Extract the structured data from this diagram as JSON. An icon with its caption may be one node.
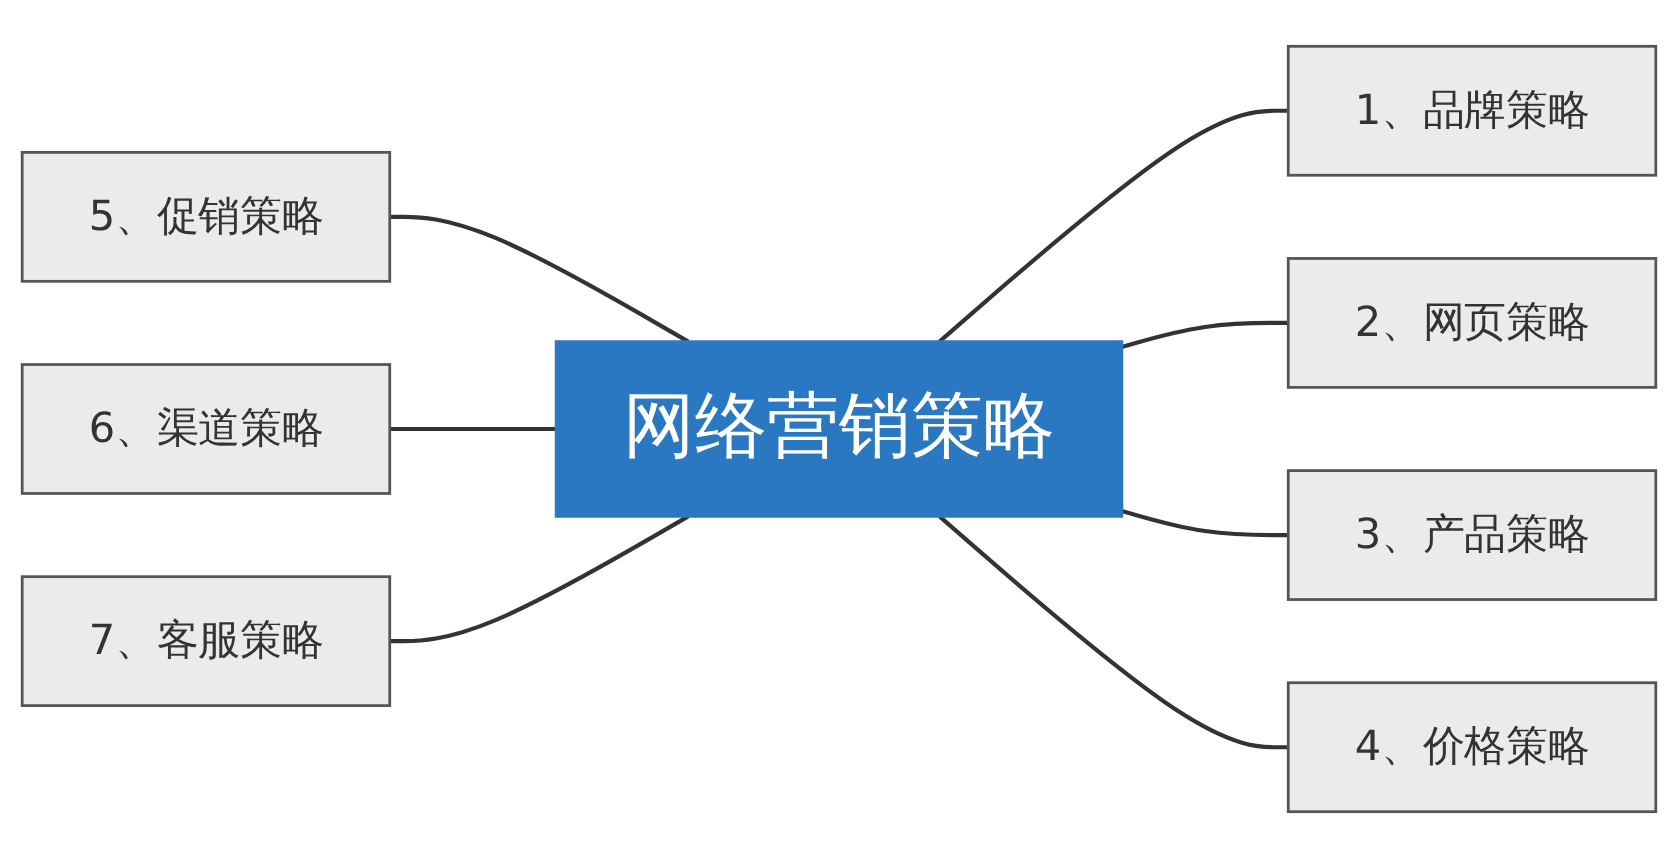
{
  "diagram": {
    "nodes": [
      {
        "text": [
          "网络营销策略"
        ]
      },
      {
        "text": [
          "1、品牌策略"
        ]
      },
      {
        "text": [
          "2、网页策略"
        ]
      },
      {
        "text": [
          "3、产品策略"
        ]
      },
      {
        "text": [
          "4、价格策略"
        ]
      },
      {
        "text": [
          "5、促销策略"
        ]
      },
      {
        "text": [
          "6、渠道策略"
        ]
      },
      {
        "text": [
          "7、客服策略"
        ]
      }
    ],
    "edges": [
      {
        "from": 0,
        "to": 1,
        "arrow": "none"
      },
      {
        "from": 0,
        "to": 2,
        "arrow": "none"
      },
      {
        "from": 0,
        "to": 3,
        "arrow": "none"
      },
      {
        "from": 0,
        "to": 4,
        "arrow": "none"
      },
      {
        "from": 5,
        "to": 0,
        "arrow": "none"
      },
      {
        "from": 6,
        "to": 0,
        "arrow": "none"
      },
      {
        "from": 7,
        "to": 0,
        "arrow": "none"
      }
    ]
  }
}
